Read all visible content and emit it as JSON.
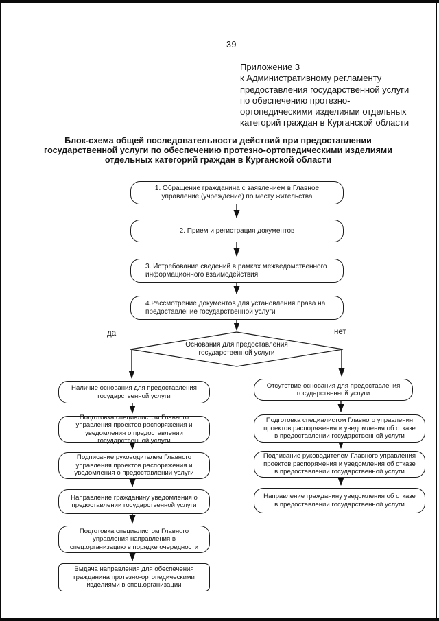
{
  "page": {
    "number": "39",
    "appendix_lines": [
      "Приложение 3",
      "к Административному регламенту",
      "предоставления государственной услуги",
      "по обеспечению протезно-",
      "ортопедическими изделиями отдельных",
      "категорий граждан в Курганской области"
    ],
    "title": "Блок-схема общей последовательности действий при предоставлении государственной услуги по обеспечению протезно-ортопедическими изделиями отдельных категорий граждан в Курганской области"
  },
  "flowchart": {
    "main_steps": [
      {
        "text": "1. Обращение гражданина с заявлением в Главное управление (учреждение) по месту жительства"
      },
      {
        "text": "2. Прием и регистрация документов"
      },
      {
        "text": "3. Истребование сведений в рамках межведомственного информационного взаимодействия"
      },
      {
        "text": "4.Рассмотрение документов для установления права на предоставление государственной услуги"
      }
    ],
    "decision": {
      "text": "Основания для предоставления государственной  услуги",
      "yes_label": "да",
      "no_label": "нет"
    },
    "yes_branch": [
      {
        "text": "Наличие основания для предоставления государственной услуги"
      },
      {
        "text": "Подготовка специалистом Главного управления проектов распоряжения и уведомления о предоставлении государственной услуги"
      },
      {
        "text": "Подписание руководителем Главного управления проектов распоряжения и уведомления о предоставлении услуги"
      },
      {
        "text": "Направление гражданину уведомления о предоставлении государственной услуги"
      },
      {
        "text": "Подготовка специалистом Главного управления направления в спец.организацию в порядке очередности"
      },
      {
        "text": "Выдача направления для обеспечения гражданина протезно-ортопедическими изделиями в спец.организации"
      }
    ],
    "no_branch": [
      {
        "text": "Отсутствие основания для предоставления государственной услуги"
      },
      {
        "text": "Подготовка специалистом Главного управления проектов распоряжения и уведомления об отказе в предоставлении государственной услуги"
      },
      {
        "text": "Подписание руководителем Главного управления проектов распоряжения и уведомления об отказе в предоставлении государственной услуги"
      },
      {
        "text": "Направление гражданину уведомления об отказе в предоставлении государственной услуги"
      }
    ]
  }
}
